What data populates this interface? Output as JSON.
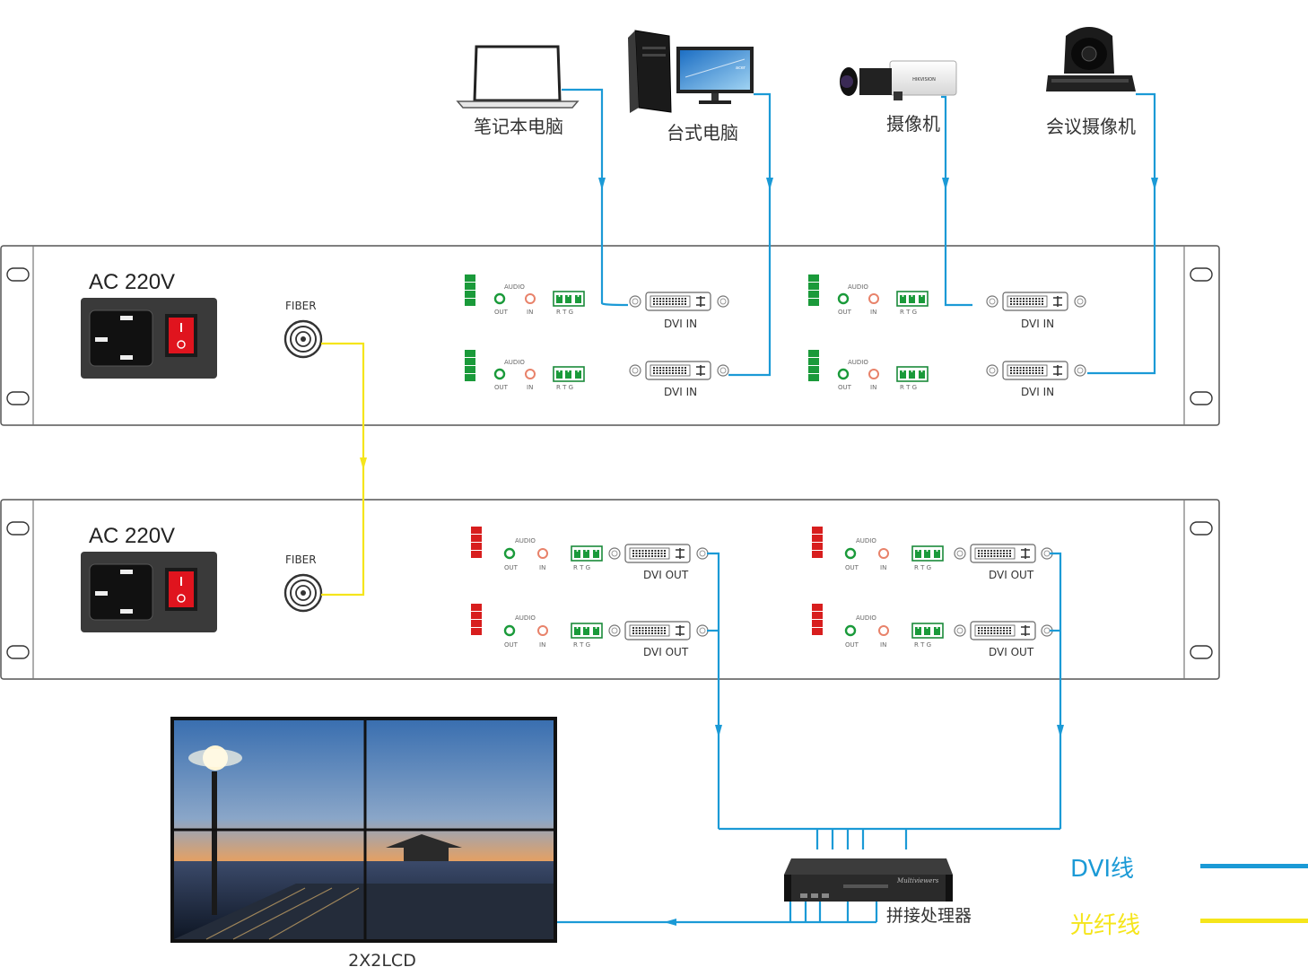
{
  "sources": {
    "laptop": "笔记本电脑",
    "desktop": "台式电脑",
    "camera": "摄像机",
    "conf_camera": "会议摄像机",
    "camera_brand": "HIKVISION",
    "monitor_brand": "acer"
  },
  "transmitter": {
    "power_label": "AC 220V",
    "fiber_label": "FIBER",
    "channels": [
      {
        "audio": "AUDIO",
        "out": "OUT",
        "in": "IN",
        "rtg": "R  T  G",
        "dvi": "DVI  IN"
      },
      {
        "audio": "AUDIO",
        "out": "OUT",
        "in": "IN",
        "rtg": "R  T  G",
        "dvi": "DVI  IN"
      },
      {
        "audio": "AUDIO",
        "out": "OUT",
        "in": "IN",
        "rtg": "R  T  G",
        "dvi": "DVI  IN"
      },
      {
        "audio": "AUDIO",
        "out": "OUT",
        "in": "IN",
        "rtg": "R  T  G",
        "dvi": "DVI  IN"
      }
    ]
  },
  "receiver": {
    "power_label": "AC 220V",
    "fiber_label": "FIBER",
    "channels": [
      {
        "audio": "AUDIO",
        "out": "OUT",
        "in": "IN",
        "rtg": "R  T  G",
        "dvi": "DVI  OUT"
      },
      {
        "audio": "AUDIO",
        "out": "OUT",
        "in": "IN",
        "rtg": "R  T  G",
        "dvi": "DVI  OUT"
      },
      {
        "audio": "AUDIO",
        "out": "OUT",
        "in": "IN",
        "rtg": "R  T  G",
        "dvi": "DVI  OUT"
      },
      {
        "audio": "AUDIO",
        "out": "OUT",
        "in": "IN",
        "rtg": "R  T  G",
        "dvi": "DVI  OUT"
      }
    ]
  },
  "processor": {
    "label": "拼接处理器",
    "brand": "Multiviewers"
  },
  "display": {
    "label": "2X2LCD"
  },
  "legend": {
    "dvi_label": "DVI线",
    "fiber_label": "光纤线",
    "dvi_color": "#1b9ad6",
    "fiber_color": "#f5e51b"
  },
  "colors": {
    "led_green": "#1a9a3a",
    "led_red": "#d81e1e",
    "panel_border": "#555555",
    "power_red": "#e0141e",
    "dvi_line": "#1b9ad6",
    "fiber_line": "#f5e51b"
  }
}
